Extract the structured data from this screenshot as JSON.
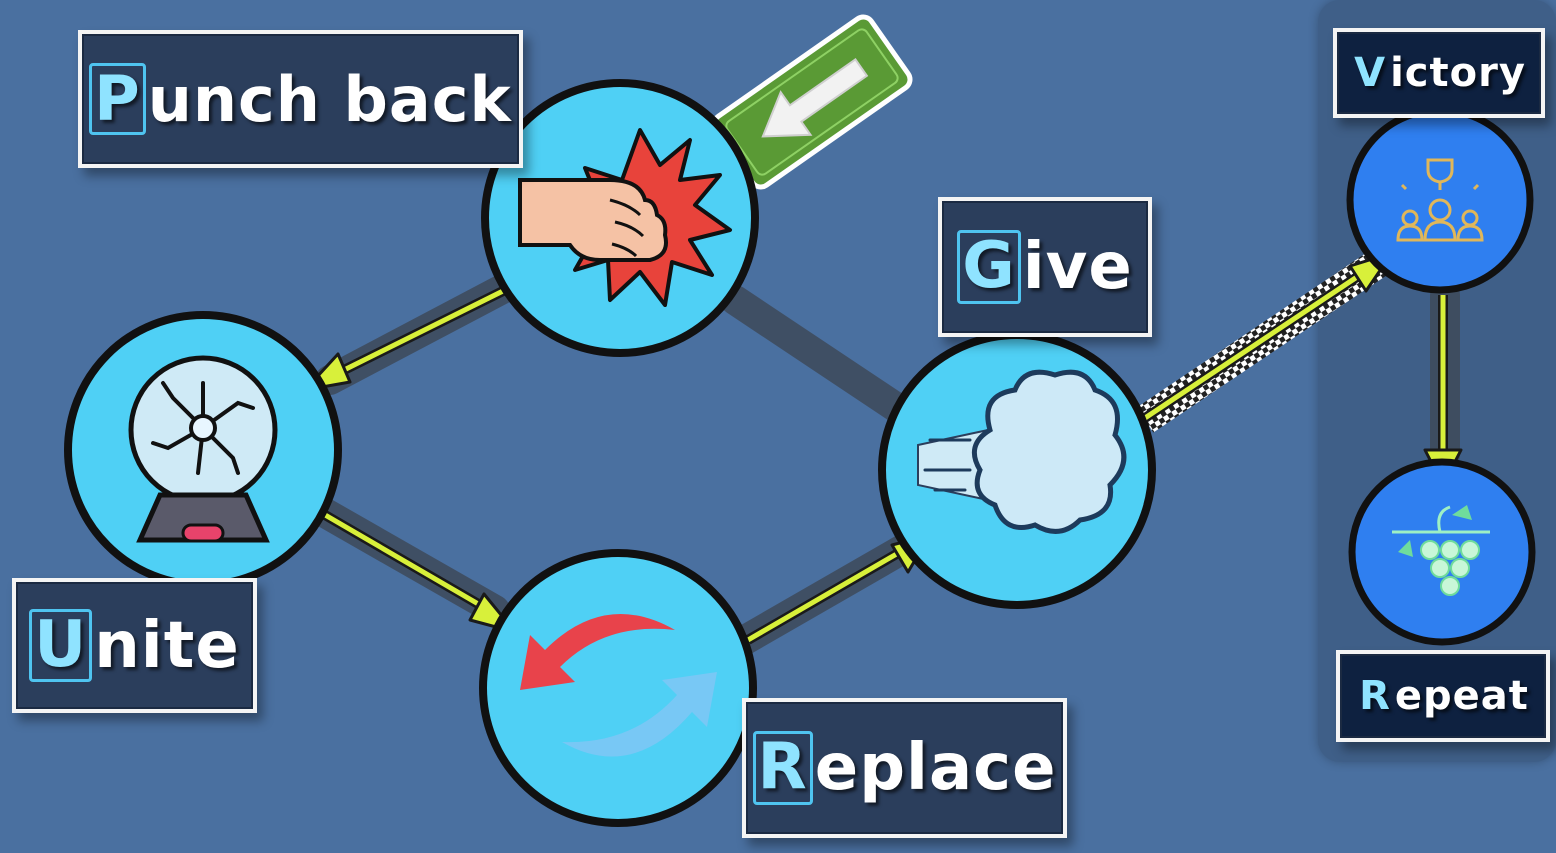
{
  "labels": {
    "punch": {
      "first": "P",
      "rest": "unch back"
    },
    "unite": {
      "first": "U",
      "rest": "nite"
    },
    "replace": {
      "first": "R",
      "rest": "eplace"
    },
    "give": {
      "first": "G",
      "rest": "ive"
    },
    "victory": {
      "first": "V",
      "rest": "ictory"
    },
    "repeat": {
      "first": "R",
      "rest": "epeat"
    }
  },
  "icons": {
    "punch": "fist-punch-icon",
    "unite": "plasma-ball-icon",
    "replace": "swap-arrows-icon",
    "give": "wind-cloud-icon",
    "victory": "trophy-team-icon",
    "repeat": "grapes-vine-icon",
    "start": "back-arrow-sign-icon"
  },
  "colors": {
    "background": "#4a70a0",
    "node_fill": "#4fd0f5",
    "node_fill_right": "#2f7ff0",
    "arrow": "#d8f03a",
    "label_bg": "#2b3e5c",
    "label_accent": "#8fe3ff",
    "sign_green": "#5a9a35"
  }
}
